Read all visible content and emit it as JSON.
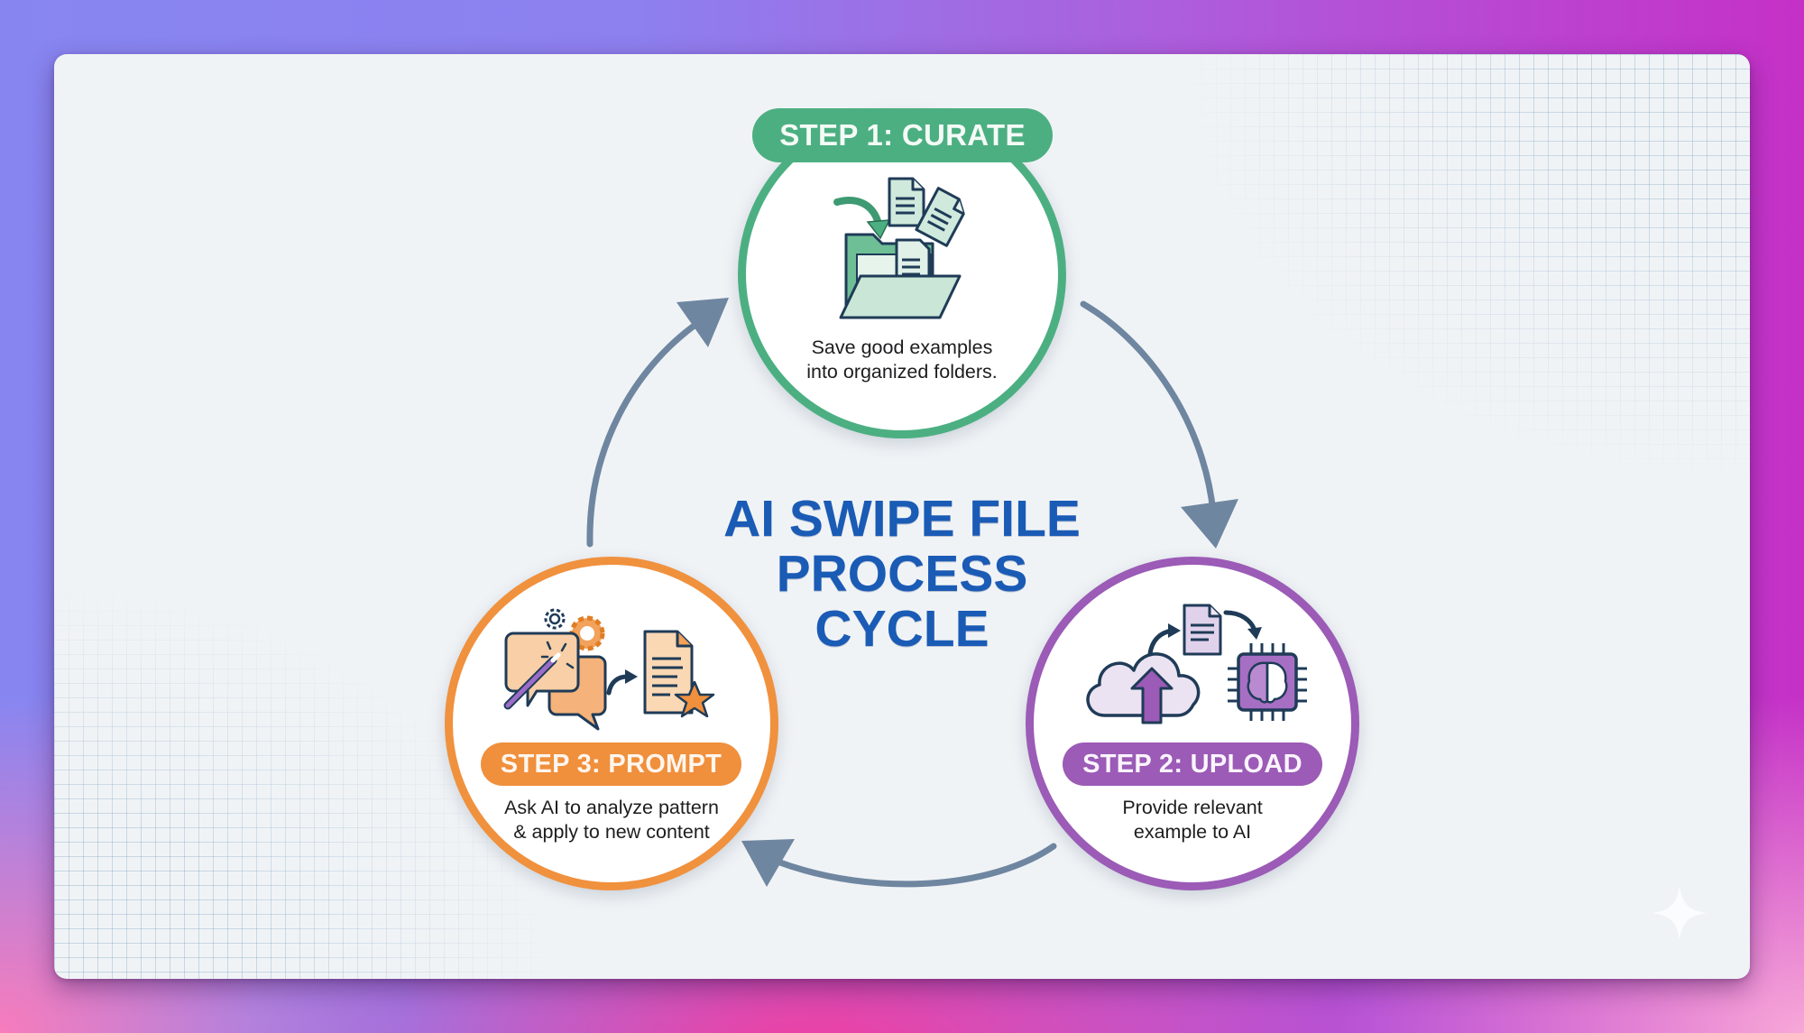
{
  "title": {
    "lines": [
      "AI SWIPE FILE",
      "PROCESS",
      "CYCLE"
    ]
  },
  "steps": [
    {
      "badge": "STEP 1: CURATE",
      "description_lines": [
        "Save good examples",
        "into organized folders."
      ],
      "color": "#4caf82",
      "icons": [
        "arrow-into-folder-icon",
        "document-icon",
        "document-icon",
        "document-icon",
        "open-folder-icon"
      ]
    },
    {
      "badge": "STEP 2: UPLOAD",
      "description_lines": [
        "Provide relevant",
        "example to AI"
      ],
      "color": "#9b5bb6",
      "icons": [
        "cloud-upload-icon",
        "curved-arrow-icon",
        "document-icon",
        "curved-arrow-icon",
        "ai-chip-brain-icon"
      ]
    },
    {
      "badge": "STEP 3: PROMPT",
      "description_lines": [
        "Ask AI to analyze pattern",
        "& apply to new content"
      ],
      "color": "#f0913e",
      "icons": [
        "gear-icon",
        "gear-icon",
        "chat-bubbles-icon",
        "magic-wand-icon",
        "curved-arrow-icon",
        "document-star-icon"
      ]
    }
  ],
  "cycle_arrows": [
    {
      "from": "STEP 1: CURATE",
      "to": "STEP 2: UPLOAD"
    },
    {
      "from": "STEP 2: UPLOAD",
      "to": "STEP 3: PROMPT"
    },
    {
      "from": "STEP 3: PROMPT",
      "to": "STEP 1: CURATE"
    }
  ],
  "colors": {
    "title": "#1a5bb5",
    "arrow": "#6f86a0",
    "icon_outline": "#1f3b57",
    "card": "#f0f3f6"
  }
}
